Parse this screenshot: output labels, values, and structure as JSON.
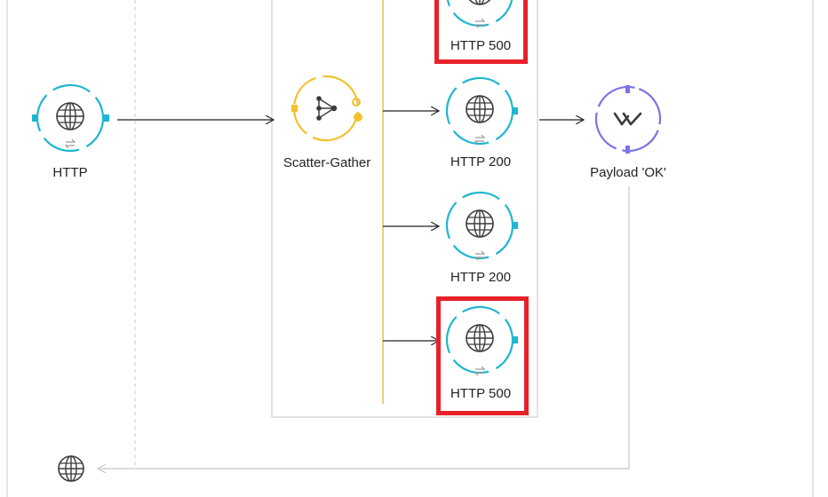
{
  "flow": {
    "source_label": "HTTP",
    "scatter_label": "Scatter-Gather",
    "route_labels": [
      "HTTP 500",
      "HTTP 200",
      "HTTP 200",
      "HTTP 500"
    ],
    "payload_label": "Payload 'OK'"
  },
  "icons": {
    "source": "globe-icon",
    "scatter": "scatter-gather-icon",
    "routes": "globe-icon",
    "payload": "set-payload-icon",
    "response": "globe-icon",
    "exchange": "exchange-arrows-icon"
  },
  "colors": {
    "http_ring": "#1eb6d1",
    "scatter_ring": "#f2c12e",
    "payload_ring": "#7b73e6",
    "highlight": "#e8202a",
    "connector": "#222222",
    "scope_border": "#cfcfcf",
    "router_line": "#e7c24a"
  }
}
